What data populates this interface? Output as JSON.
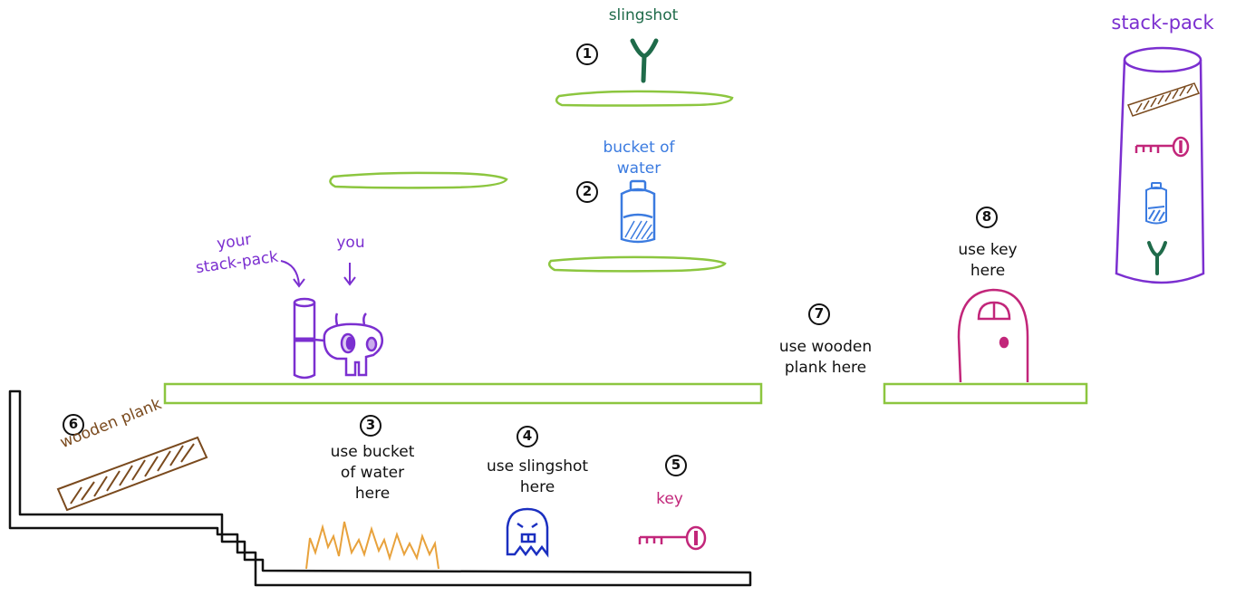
{
  "colors": {
    "platform": "#8cc63f",
    "purple": "#7b2fd0",
    "slingshot": "#1f6b4a",
    "water": "#3b7be0",
    "key": "#c2267a",
    "plank": "#7a4a1e",
    "fire": "#e8a23c",
    "ghost": "#1b2fc0",
    "ink": "#111111"
  },
  "items": [
    {
      "num": "1",
      "label": "slingshot",
      "icon": "slingshot-icon"
    },
    {
      "num": "2",
      "label": "bucket of\nwater",
      "icon": "water-bucket-icon"
    },
    {
      "num": "3",
      "label": "use bucket\nof water\nhere",
      "icon": "fire-icon"
    },
    {
      "num": "4",
      "label": "use slingshot\nhere",
      "icon": "ghost-icon"
    },
    {
      "num": "5",
      "label": "key",
      "icon": "key-icon"
    },
    {
      "num": "6",
      "label": "wooden plank",
      "icon": "wooden-plank-icon"
    },
    {
      "num": "7",
      "label": "use wooden\nplank here",
      "icon": ""
    },
    {
      "num": "8",
      "label": "use key\nhere",
      "icon": "door-icon"
    }
  ],
  "player": {
    "pack_label": "your\nstack-pack",
    "you_label": "you"
  },
  "stack_pack": {
    "title": "stack-pack",
    "contents": [
      "wooden-plank-icon",
      "key-icon",
      "water-bucket-icon",
      "slingshot-icon"
    ]
  }
}
